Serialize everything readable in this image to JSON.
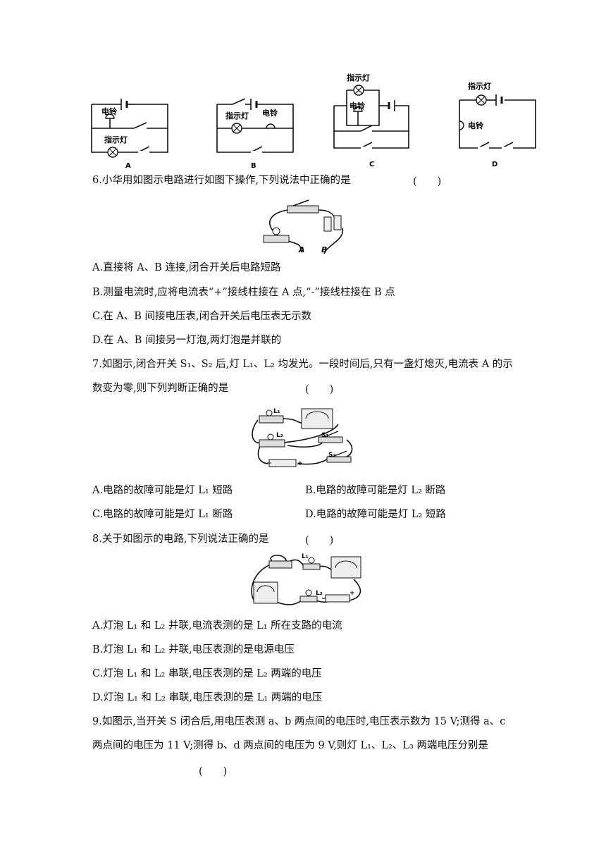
{
  "top_figures": {
    "captions": [
      "A",
      "B",
      "C",
      "D"
    ],
    "labels": {
      "a_bell": "电铃",
      "a_lamp": "指示灯",
      "b_lamp": "指示灯",
      "b_bell": "电铃",
      "c_lamp": "指示灯",
      "c_bell": "电铃",
      "d_lamp": "指示灯",
      "d_bell": "电铃"
    }
  },
  "q6": {
    "stem": "6.小华用如图示电路进行如图下操作,下列说法中正确的是",
    "paren": "(　　)",
    "fig_labels": [
      "A",
      "B"
    ],
    "options": [
      "A.直接将 A、B 连接,闭合开关后电路短路",
      "B.测量电流时,应将电流表“+”接线柱接在 A 点,“-”接线柱接在 B 点",
      "C.在 A、B 间接电压表,闭合开关后电压表无示数",
      "D.在 A、B 间接另一灯泡,两灯泡是并联的"
    ]
  },
  "q7": {
    "stem_line1": "7.如图示,闭合开关 S₁、S₂ 后,灯 L₁、L₂ 均发光。一段时间后,只有一盏灯熄灭,电流表 A 的示",
    "stem_line2": "数变为零,则下列判断正确的是",
    "paren": "(　　)",
    "fig_labels": [
      "L₁",
      "L₂",
      "S₁",
      "S₂",
      "−",
      "+"
    ],
    "options": [
      "A.电路的故障可能是灯 L₁ 短路",
      "B.电路的故障可能是灯 L₂ 断路",
      "C.电路的故障可能是灯 L₁ 断路",
      "D.电路的故障可能是灯 L₂ 短路"
    ]
  },
  "q8": {
    "stem": "8.关于如图示的电路,下列说法正确的是",
    "paren": "(　　)",
    "fig_labels": [
      "L₁",
      "L₂",
      "−",
      "+"
    ],
    "options": [
      "A.灯泡 L₁ 和 L₂ 并联,电流表测的是 L₁ 所在支路的电流",
      "B.灯泡 L₁ 和 L₂ 并联,电压表测的是电源电压",
      "C.灯泡 L₁ 和 L₂ 串联,电压表测的是 L₂ 两端的电压",
      "D.灯泡 L₁ 和 L₂ 串联,电压表测的是 L₁ 两端的电压"
    ]
  },
  "q9": {
    "line1": "9.如图示,当开关 S 闭合后,用电压表测 a、b 两点间的电压时,电压表示数为 15 V;测得 a、c",
    "line2": "两点间的电压为 11 V;测得 b、d 两点间的电压为 9 V,则灯 L₁、L₂、L₃ 两端电压分别是",
    "paren": "(　　)"
  }
}
